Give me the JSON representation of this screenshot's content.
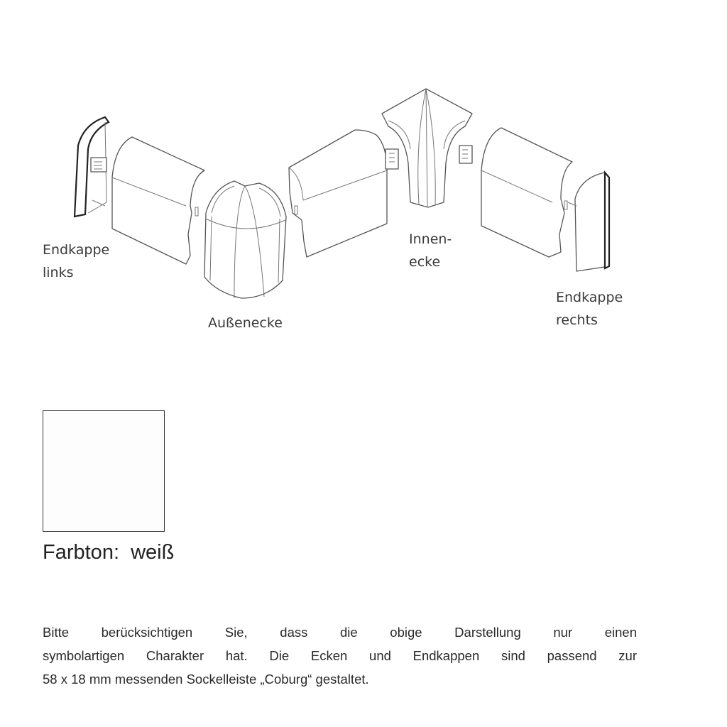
{
  "diagram": {
    "labels": {
      "endkappe_links": [
        "Endkappe",
        "links"
      ],
      "aussenecke": "Außenecke",
      "innenecke": [
        "Innen-",
        "ecke"
      ],
      "endkappe_rechts": [
        "Endkappe",
        "rechts"
      ]
    }
  },
  "color": {
    "label": "Farbton:  weiß",
    "swatch_hex": "#fdfdfd"
  },
  "note": {
    "lines": [
      "Bitte berücksichtigen Sie, dass die obige Darstellung nur einen",
      "symbolartigen Charakter hat. Die Ecken und Endkappen sind passend zur",
      "58 x 18 mm messenden Sockelleiste „Coburg“ gestaltet."
    ]
  }
}
